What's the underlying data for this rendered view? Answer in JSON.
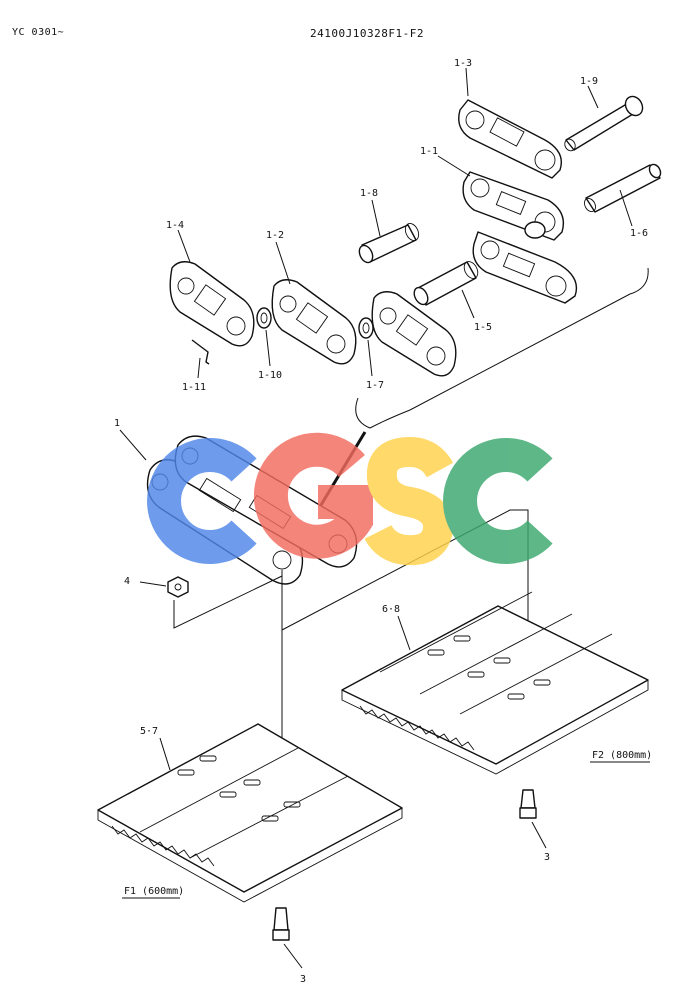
{
  "header": {
    "serial": "YC 0301~",
    "drawing_no": "24100J10328F1-F2"
  },
  "callouts": [
    "1-3",
    "1-9",
    "1-1",
    "1-8",
    "1-6",
    "1-4",
    "1-2",
    "1-5",
    "1-11",
    "1-10",
    "1-7",
    "1",
    "4",
    "6·8",
    "5·7",
    "3",
    "3"
  ],
  "variants": {
    "f1": "F1 (600mm)",
    "f2": "F2 (800mm)"
  },
  "watermark": {
    "letters": [
      "C",
      "G",
      "S",
      "C"
    ],
    "colors": [
      "#4f86e8",
      "#f26b5e",
      "#ffd24a",
      "#3aa76d"
    ]
  }
}
